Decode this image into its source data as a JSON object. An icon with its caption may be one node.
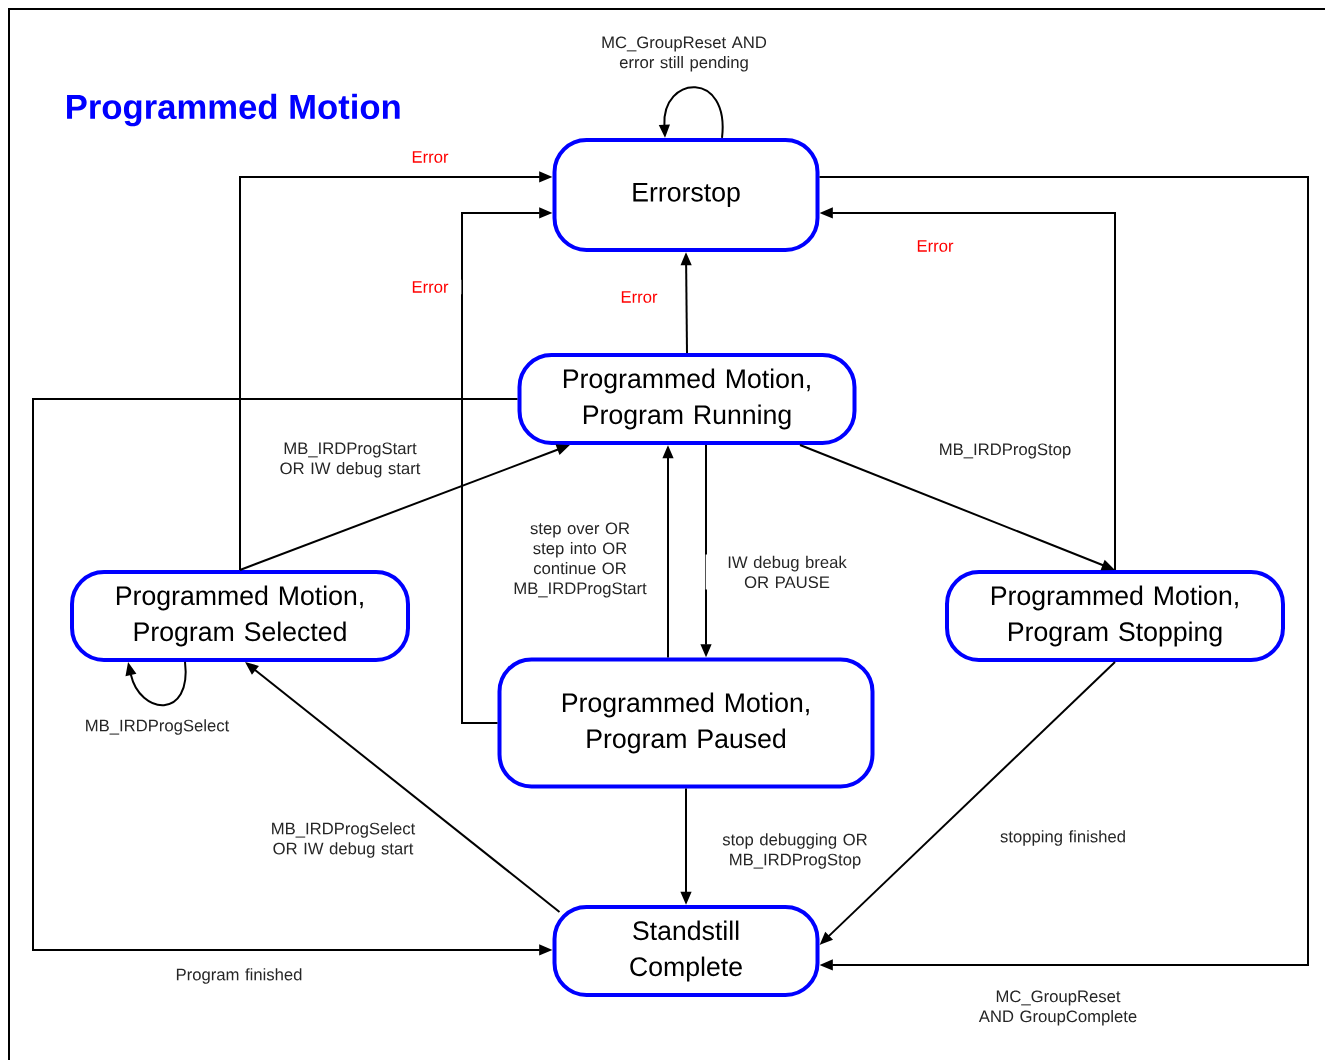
{
  "diagram": {
    "title": "Programmed Motion",
    "nodes": [
      {
        "text": [
          "Errorstop"
        ]
      },
      {
        "text": [
          "Programmed Motion, Program Running"
        ]
      },
      {
        "text": [
          "Programmed Motion, Program Selected"
        ]
      },
      {
        "text": [
          "Programmed Motion, Program Stopping"
        ]
      },
      {
        "text": [
          "Programmed Motion, Program Paused"
        ]
      },
      {
        "text": [
          "Standstill Complete"
        ]
      }
    ],
    "edges": [
      {
        "from": 0,
        "to": 0,
        "arrow": "to",
        "label": "MC_GroupReset AND error still pending"
      },
      {
        "from": 2,
        "to": 0,
        "arrow": "to",
        "label": "Error"
      },
      {
        "from": 4,
        "to": 0,
        "arrow": "to",
        "label": "Error"
      },
      {
        "from": 1,
        "to": 0,
        "arrow": "to",
        "label": "Error"
      },
      {
        "from": 3,
        "to": 0,
        "arrow": "to",
        "label": "Error"
      },
      {
        "from": 2,
        "to": 1,
        "arrow": "to",
        "label": "MB_IRDProgStart OR IW debug start"
      },
      {
        "from": 1,
        "to": 3,
        "arrow": "to",
        "label": "MB_IRDProgStop"
      },
      {
        "from": 4,
        "to": 1,
        "arrow": "to",
        "label": "step over OR step into OR continue OR MB_IRDProgStart"
      },
      {
        "from": 1,
        "to": 4,
        "arrow": "to",
        "label": "IW debug break OR PAUSE"
      },
      {
        "from": 2,
        "to": 2,
        "arrow": "to",
        "label": "MB_IRDProgSelect"
      },
      {
        "from": 5,
        "to": 2,
        "arrow": "to",
        "label": "MB_IRDProgSelect OR IW debug start"
      },
      {
        "from": 4,
        "to": 5,
        "arrow": "to",
        "label": "stop debugging OR MB_IRDProgStop"
      },
      {
        "from": 3,
        "to": 5,
        "arrow": "to",
        "label": "stopping finished"
      },
      {
        "from": 1,
        "to": 5,
        "arrow": "to",
        "label": "Program finished"
      },
      {
        "from": 0,
        "to": 5,
        "arrow": "to",
        "label": "MC_GroupReset AND GroupComplete"
      }
    ]
  }
}
